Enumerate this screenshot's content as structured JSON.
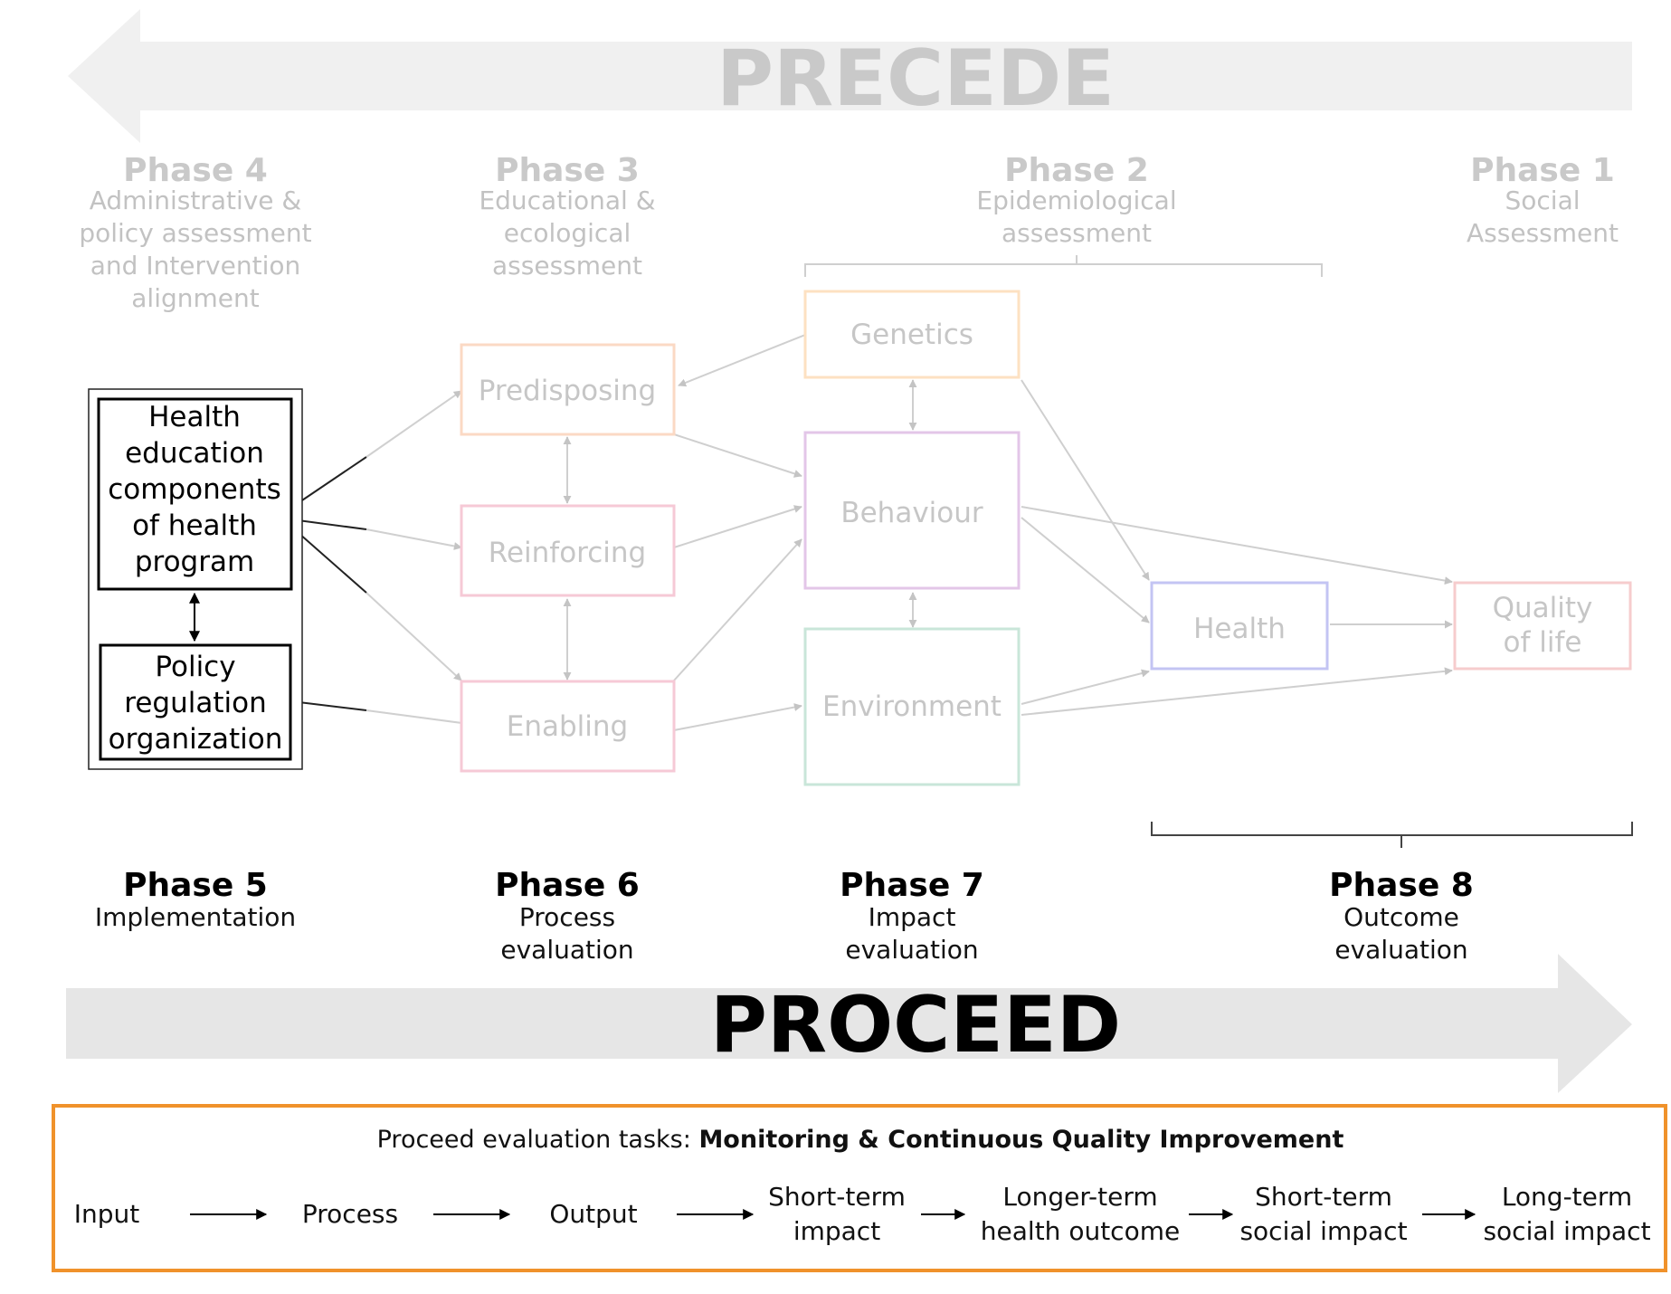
{
  "precede": {
    "label": "PRECEDE",
    "phases": [
      {
        "title": "Phase 4",
        "lines": [
          "Administrative &",
          "policy assessment",
          "and Intervention",
          "alignment"
        ]
      },
      {
        "title": "Phase 3",
        "lines": [
          "Educational &",
          "ecological",
          "assessment"
        ]
      },
      {
        "title": "Phase 2",
        "lines": [
          "Epidemiological",
          "assessment"
        ]
      },
      {
        "title": "Phase 1",
        "lines": [
          "Social",
          "Assessment"
        ]
      }
    ]
  },
  "intervention": {
    "health_education": [
      "Health",
      "education",
      "components",
      "of health",
      "program"
    ],
    "policy": [
      "Policy",
      "regulation",
      "organization"
    ]
  },
  "nodes": {
    "predisposing": "Predisposing",
    "reinforcing": "Reinforcing",
    "enabling": "Enabling",
    "genetics": "Genetics",
    "behaviour": "Behaviour",
    "environment": "Environment",
    "health": "Health",
    "quality_of_life": [
      "Quality",
      "of life"
    ]
  },
  "node_colors": {
    "predisposing": "#fbd9c4",
    "reinforcing": "#f6c9d6",
    "enabling": "#f6c9d6",
    "genetics": "#fde1c2",
    "behaviour": "#e3c6e8",
    "environment": "#c9e6d9",
    "health": "#c3c4f3",
    "quality_of_life": "#f6cccd"
  },
  "proceed": {
    "label": "PROCEED",
    "phases": [
      {
        "title": "Phase 5",
        "lines": [
          "Implementation"
        ]
      },
      {
        "title": "Phase 6",
        "lines": [
          "Process",
          "evaluation"
        ]
      },
      {
        "title": "Phase 7",
        "lines": [
          "Impact",
          "evaluation"
        ]
      },
      {
        "title": "Phase 8",
        "lines": [
          "Outcome",
          "evaluation"
        ]
      }
    ]
  },
  "tasks": {
    "heading_prefix": "Proceed evaluation tasks: ",
    "heading_bold": "Monitoring & Continuous Quality Improvement",
    "steps": [
      [
        "Input"
      ],
      [
        "Process"
      ],
      [
        "Output"
      ],
      [
        "Short-term",
        "impact"
      ],
      [
        "Longer-term",
        "health outcome"
      ],
      [
        "Short-term",
        "social impact"
      ],
      [
        "Long-term",
        "social impact"
      ]
    ],
    "border_color": "#f0922b"
  },
  "colors": {
    "precede_arrow": "#f0f0f0",
    "precede_text": "#c9c9c9",
    "proceed_arrow": "#e6e6e6",
    "proceed_text": "#000000"
  }
}
